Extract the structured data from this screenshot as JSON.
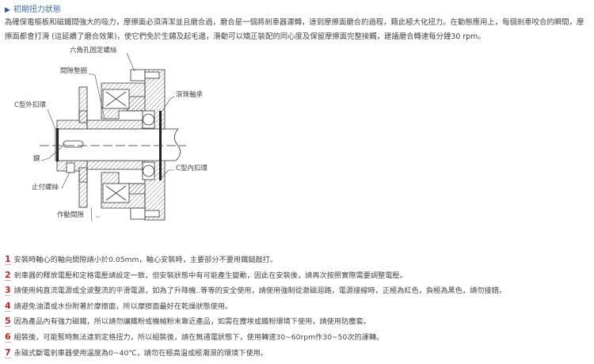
{
  "section": {
    "title": "初期扭力狀態",
    "paragraph": "為確保電樞板和磁鐵間強大的吸力，摩擦面必須清潔並且磨合過，磨合是一個將剎車器運轉，達到摩擦面磨合的過程，藉此極大化扭力。在動態應用上，每個剎車咬合的瞬間，摩擦面都會打滑 (這延續了磨合效果)，使它們免於生鏽及起毛邊，滑動可以矯正裝配的同心度及保留摩擦面完整接觸，建議磨合轉速每分鐘30 rpm。"
  },
  "diagram": {
    "labels": {
      "hex_screw": "六角孔固定螺絲",
      "gap_washer": "間隙墊圈",
      "c_outer_ring": "C型外扣環",
      "ball_bearing": "滾珠軸承",
      "key": "鍵",
      "c_inner_ring": "C型內扣環",
      "set_screw": "止付螺絲",
      "working_gap": "作動間隙"
    }
  },
  "notes": [
    {
      "num": "1",
      "text": "安裝時軸心的軸向間隙請小於0.05mm，軸心安裝時，主要部分不要用鐵鎚敲打。"
    },
    {
      "num": "2",
      "text": "剎車器的釋放電壓和定格電壓請設定一致，但安裝狀態中有可能產生變動，因此在安裝後，請再次按照實際需要調整電壓。"
    },
    {
      "num": "3",
      "text": "請使用純直流電源或全波整流的平滑電源，如為了升降機..等等的安全使用，請使用強制從激磁迴路，電源接線時，正極為紅色，負極為黑色，請勿接錯。"
    },
    {
      "num": "4",
      "text": "請避免油漬或水份附著於摩擦面，所以摩擦面最好在乾燥狀態使用。"
    },
    {
      "num": "5",
      "text": "因為產品內有強力磁鐵，所以請勿讓鐵粉或機械粉末靠近產品，如需在塵埃或鐵粉環境下使用，請使用防塵套。"
    },
    {
      "num": "6",
      "text": "組裝後，可能暫時無法達到定格扭力，所以組裝後，請在無通電狀態下，使用轉速30~60rpm作30~50次的運轉。"
    },
    {
      "num": "7",
      "text": "永磁式斷電剎車器使用溫度為0~40℃，請勿在極高溫或極潮濕的環境下使用。"
    }
  ],
  "colors": {
    "title": "#3a6db0",
    "number": "#cc1f1f",
    "text": "#444444"
  }
}
